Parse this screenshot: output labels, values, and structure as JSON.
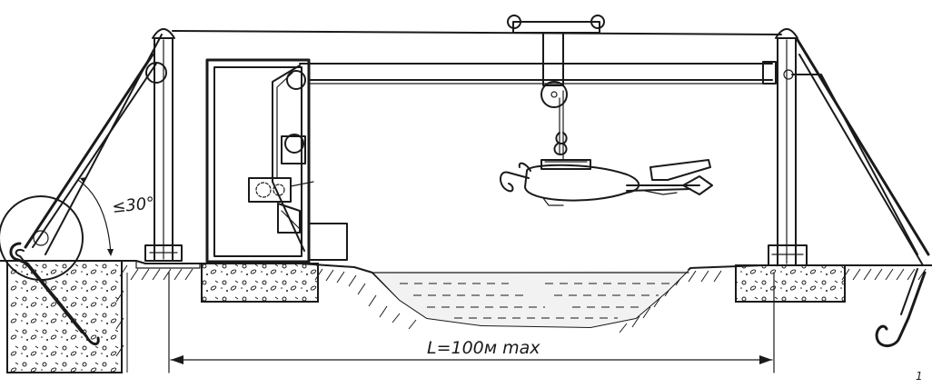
{
  "labels": {
    "angle": "≤30°",
    "distance": "L=100м max",
    "corner_mark": "1"
  },
  "colors": {
    "ink": "#1a1a1a",
    "paper": "#ffffff",
    "water": "#f2f2f2"
  }
}
